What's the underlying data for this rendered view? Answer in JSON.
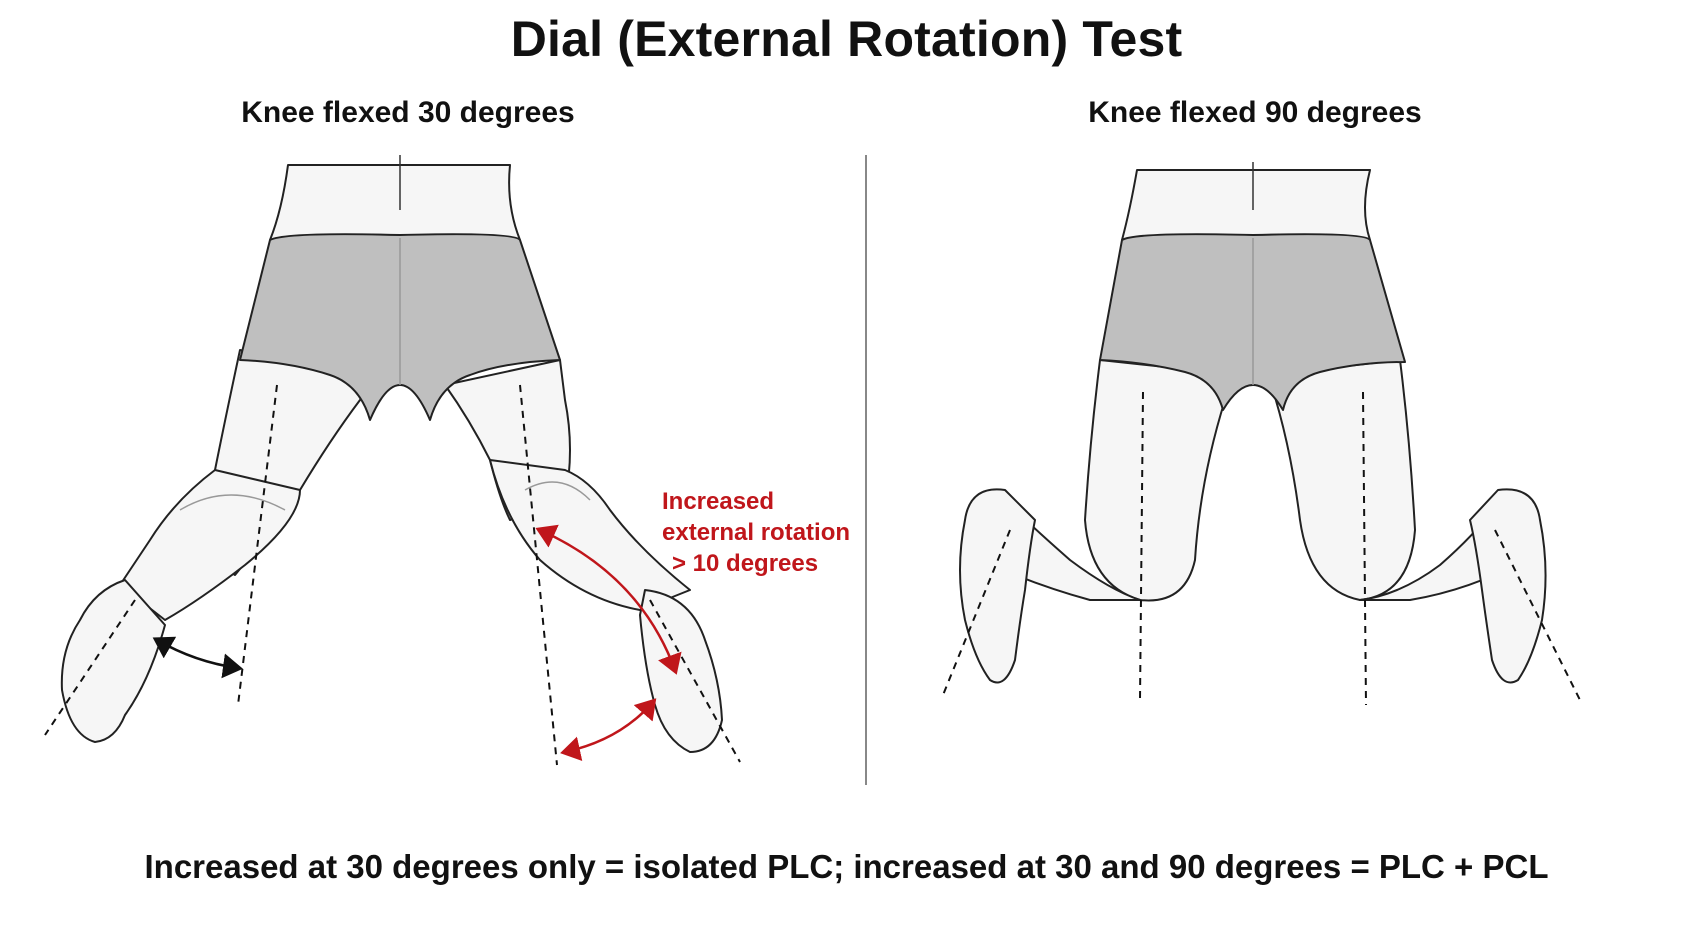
{
  "title": "Dial (External Rotation) Test",
  "panels": [
    {
      "heading": "Knee flexed 30 degrees"
    },
    {
      "heading": "Knee flexed 90 degrees"
    }
  ],
  "annotation": {
    "lines": [
      "Increased",
      "external rotation",
      "> 10 degrees"
    ],
    "color": "#c0161b"
  },
  "caption": "Increased at 30 degrees only = isolated PLC; increased at 30 and 90 degrees = PLC + PCL",
  "colors": {
    "skin": "#f6f6f6",
    "shorts": "#bfbfbf",
    "divider": "#888888",
    "normal_arrow": "#111111",
    "abnormal_arrow": "#c0161b"
  }
}
